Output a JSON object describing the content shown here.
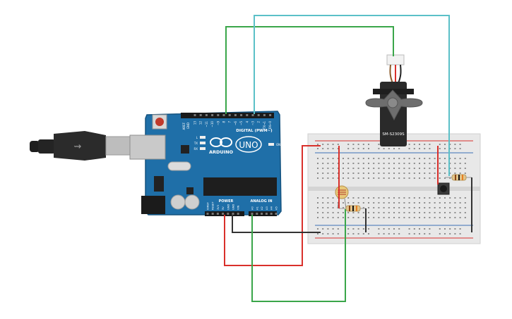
{
  "arduino": {
    "brand": "ARDUINO",
    "model": "UNO",
    "digital_header_label": "DIGITAL (PWM~)",
    "power_label": "POWER",
    "analog_label": "ANALOG IN",
    "on_label": "ON",
    "l_label": "L",
    "tx_label": "TX",
    "rx_label": "RX",
    "aref_label": "AREF",
    "gnd_label": "GND",
    "power_pins": [
      "IOREF",
      "RESET",
      "3V3",
      "5V",
      "GND",
      "GND",
      "VIN"
    ],
    "analog_pins": [
      "A0",
      "A1",
      "A2",
      "A3",
      "A4",
      "A5"
    ],
    "digital_pins": [
      "13",
      "12",
      "~11",
      "~10",
      "~9",
      "8",
      "7",
      "~6",
      "~5",
      "4",
      "~3",
      "2",
      "TX→1",
      "RX←0"
    ]
  },
  "servo": {
    "model": "SM-S2309S"
  },
  "components": {
    "usb_cable": "usb-cable",
    "photoresistor": "photoresistor",
    "resistor_1": "resistor",
    "resistor_2": "resistor",
    "pushbutton": "pushbutton"
  },
  "wires": {
    "servo_signal": "#3aa64a",
    "button_signal": "#5bc0c8",
    "power_5v": "#d9302b",
    "ground": "#333333",
    "analog_a0": "#3aa64a"
  },
  "colors": {
    "board_blue": "#1f6fa8",
    "board_edge": "#15537f",
    "breadboard": "#e8e8e8",
    "rail_red": "#d9302b",
    "rail_blue": "#3b6fb6"
  }
}
